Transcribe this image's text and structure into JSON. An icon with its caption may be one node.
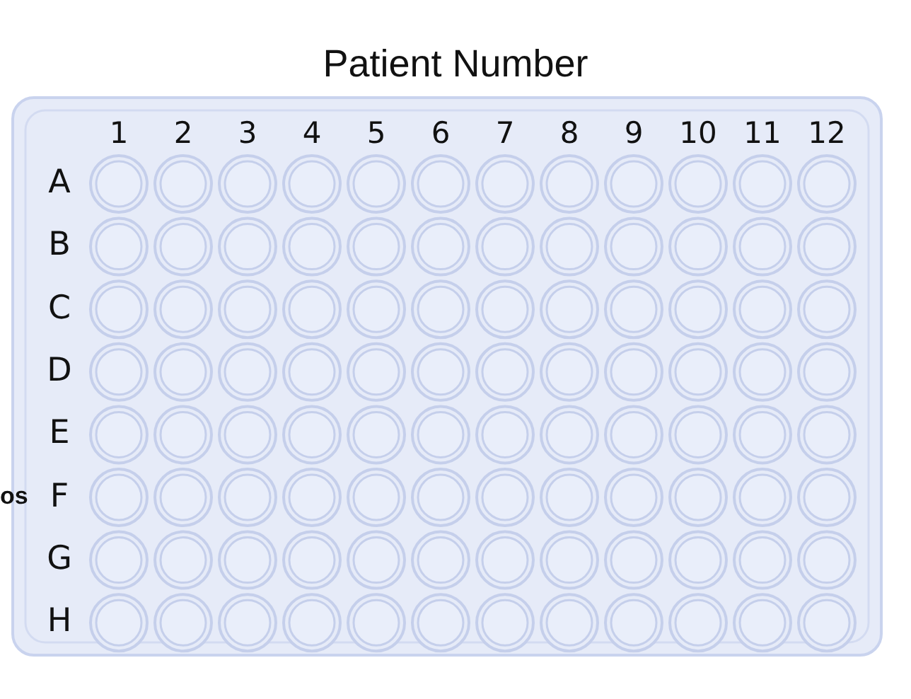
{
  "diagram": {
    "title": "Patient Number",
    "labels": [
      "1",
      "2",
      "3",
      "4",
      "5",
      "6",
      "7",
      "8",
      "9",
      "10",
      "11",
      "12",
      "A",
      "B",
      "C",
      "D",
      "E",
      "F",
      "G",
      "H",
      "os"
    ]
  }
}
